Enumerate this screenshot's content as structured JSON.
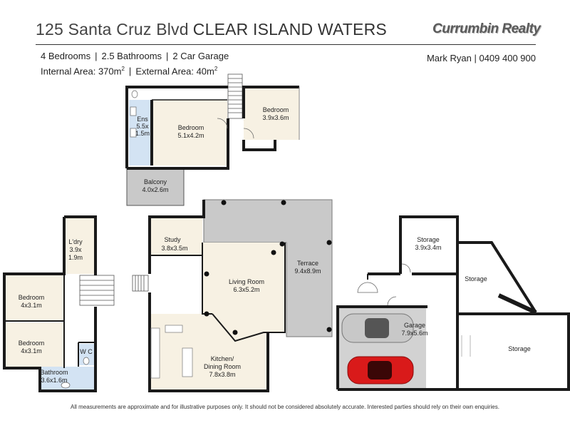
{
  "header": {
    "address": "125  Santa Cruz Blvd",
    "suburb": "CLEAR ISLAND WATERS",
    "brand": "Currumbin Realty"
  },
  "specs": {
    "bedrooms": "4 Bedrooms",
    "bathrooms": "2.5 Bathrooms",
    "garage": "2 Car Garage",
    "internal_label": "Internal Area: 370m",
    "external_label": "External Area: 40m",
    "area_sup": "2",
    "separator": "|"
  },
  "agent": {
    "name": "Mark Ryan",
    "separator": "|",
    "phone": "0409 400 900"
  },
  "rooms": {
    "ens": {
      "l1": "Ens",
      "l2": "5.5x",
      "l3": "1.5m"
    },
    "bedroom_main": {
      "l1": "Bedroom",
      "l2": "5.1x4.2m"
    },
    "bedroom_upper": {
      "l1": "Bedroom",
      "l2": "3.9x3.6m"
    },
    "balcony": {
      "l1": "Balcony",
      "l2": "4.0x2.6m"
    },
    "laundry": {
      "l1": "L'dry",
      "l2": "3.9x",
      "l3": "1.9m"
    },
    "bedroom_a": {
      "l1": "Bedroom",
      "l2": "4x3.1m"
    },
    "bedroom_b": {
      "l1": "Bedroom",
      "l2": "4x3.1m"
    },
    "wc": {
      "l1": "W C"
    },
    "bathroom": {
      "l1": "Bathroom",
      "l2": "3.6x1.6m"
    },
    "study": {
      "l1": "Study",
      "l2": "3.8x3.5m"
    },
    "living": {
      "l1": "Living Room",
      "l2": "6.3x5.2m"
    },
    "terrace": {
      "l1": "Terrace",
      "l2": "9.4x8.9m"
    },
    "kitchen": {
      "l1": "Kitchen/",
      "l2": "Dining Room",
      "l3": "7.8x3.8m"
    },
    "storage_a": {
      "l1": "Storage",
      "l2": "3.9x3.4m"
    },
    "storage_b": {
      "l1": "Storage"
    },
    "storage_c": {
      "l1": "Storage"
    },
    "garage": {
      "l1": "Garage",
      "l2": "7.9x5.6m"
    }
  },
  "disclaimer": "All measurements are approximate and for illustrative purposes only. It should not be considered absolutely accurate. Interested parties should rely on their own enquiries.",
  "colors": {
    "wall": "#1a1a1a",
    "room_fill": "#f7f1e3",
    "wet_fill": "#d3e3f3",
    "outdoor_fill": "#c9c9c9",
    "garage_fill": "#d2d2d2",
    "car_red": "#d91a1a",
    "car_silver": "#c8c8c8"
  }
}
